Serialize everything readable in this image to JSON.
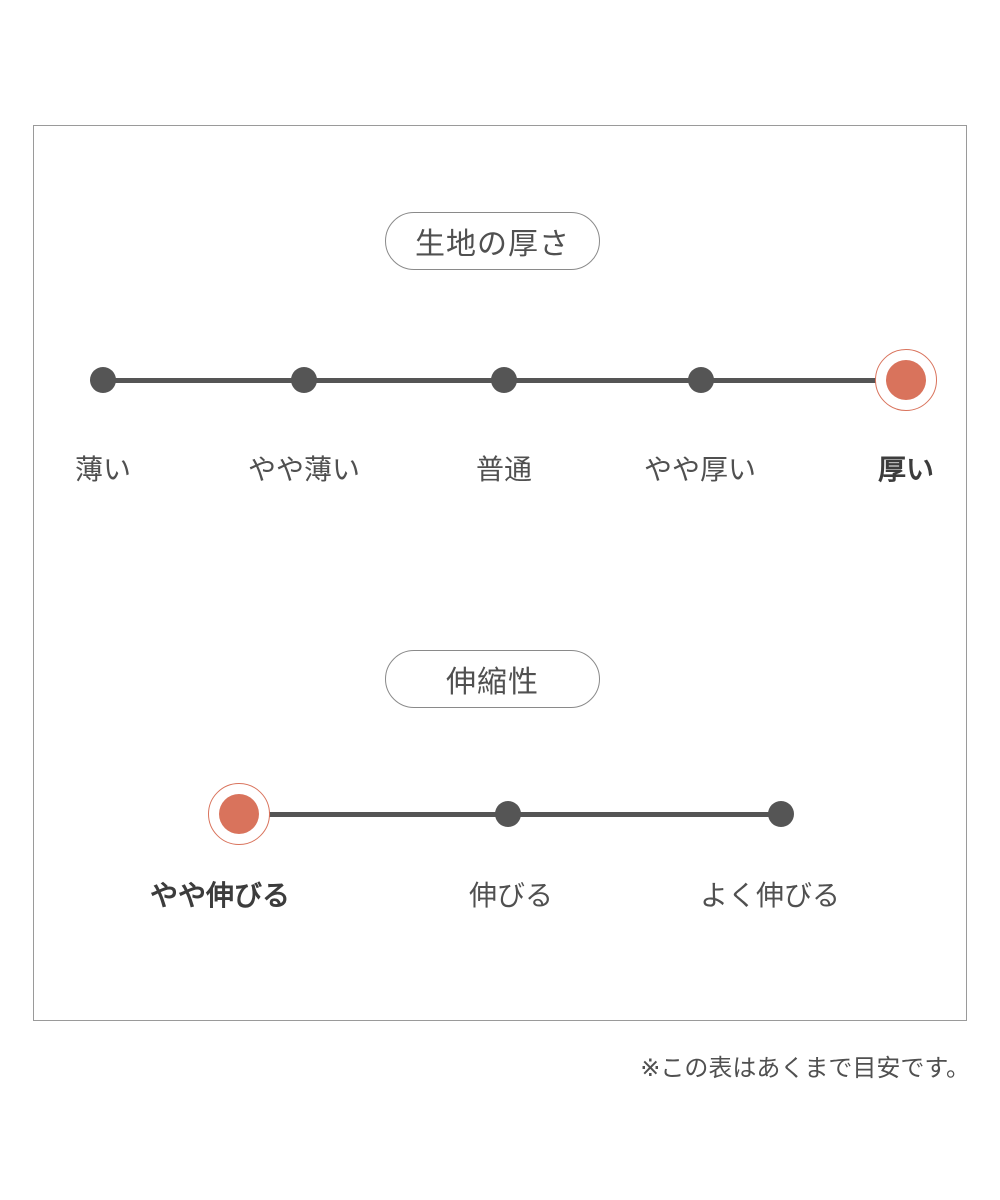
{
  "thickness": {
    "title": "生地の厚さ",
    "options": [
      "薄い",
      "やや薄い",
      "普通",
      "やや厚い",
      "厚い"
    ],
    "selected_index": 4
  },
  "stretch": {
    "title": "伸縮性",
    "options": [
      "やや伸びる",
      "伸びる",
      "よく伸びる"
    ],
    "selected_index": 0
  },
  "note": "※この表はあくまで目安です。",
  "colors": {
    "accent": "#d9735c",
    "track": "#555555",
    "border": "#9a9a9a"
  }
}
